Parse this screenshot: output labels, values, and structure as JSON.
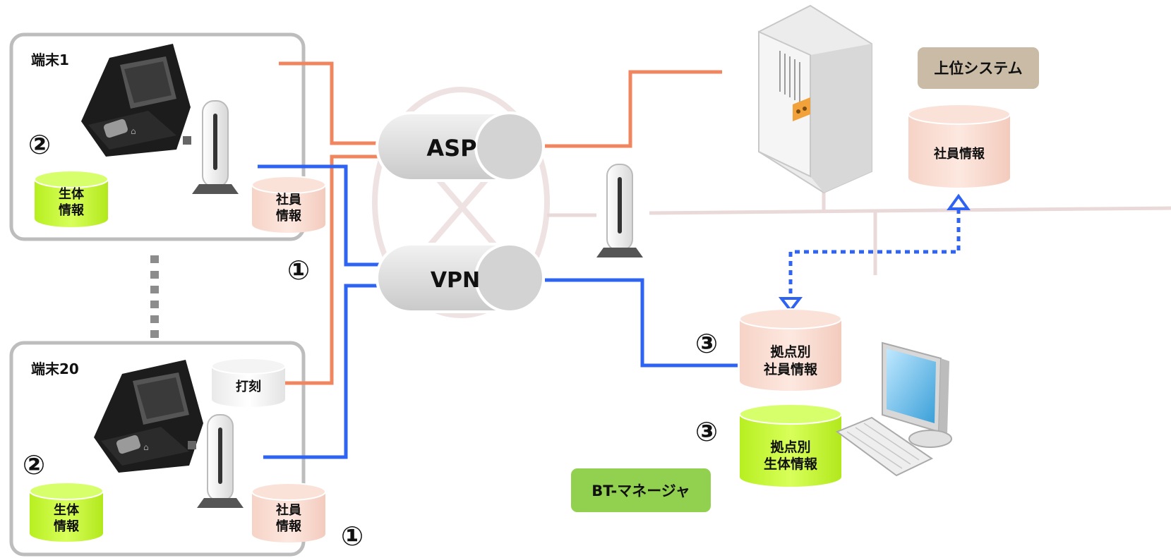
{
  "terminals": [
    {
      "name": "端末1",
      "bio_db": [
        "生体",
        "情報"
      ],
      "emp_db": [
        "社員",
        "情報"
      ],
      "bio_marker": "②",
      "emp_marker": "①"
    },
    {
      "name": "端末20",
      "bio_db": [
        "生体",
        "情報"
      ],
      "emp_db": [
        "社員",
        "情報"
      ],
      "bio_marker": "②",
      "emp_marker": "①",
      "stamp_db": "打刻"
    }
  ],
  "network": {
    "asp": "ASP",
    "vpn": "VPN"
  },
  "upper_system": {
    "label": "上位システム",
    "db": "社員情報"
  },
  "bt_manager": {
    "label": "BT-マネージャ",
    "emp_db": [
      "拠点別",
      "社員情報"
    ],
    "bio_db": [
      "拠点別",
      "生体情報"
    ],
    "emp_marker": "③",
    "bio_marker": "③"
  },
  "colors": {
    "orange_line": "#f0865f",
    "blue_line": "#2f63f2",
    "pink_db": "#f9d6cb",
    "green_db": "#c6f53a",
    "frame_gray": "#bdbdbd",
    "upper_label_bg": "#c9bba5",
    "bt_label_bg": "#92d050",
    "lan_line": "#ead9d9"
  }
}
